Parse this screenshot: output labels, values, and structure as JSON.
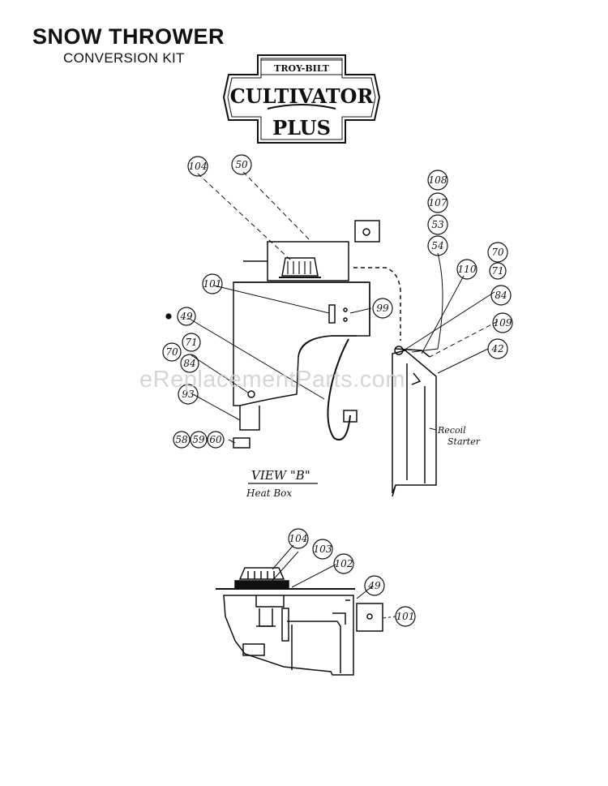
{
  "header": {
    "title": "SNOW THROWER",
    "subtitle": "CONVERSION KIT"
  },
  "logo": {
    "brand": "TROY-BILT",
    "word1": "CULTIVATOR",
    "word2": "PLUS"
  },
  "watermark": "eReplacementParts.com",
  "view_b": {
    "label": "VIEW \"B\"",
    "caption": "Heat Box",
    "recoil_note_1": "Recoil",
    "recoil_note_2": "Starter"
  },
  "callouts_top": [
    "104",
    "50",
    "108",
    "107",
    "53",
    "54",
    "70",
    "71",
    "110",
    "84",
    "109",
    "42",
    "101",
    "99",
    "49",
    "71",
    "70",
    "84",
    "93",
    "58",
    "59",
    "60"
  ],
  "callouts_bottom": [
    "104",
    "103",
    "102",
    "49",
    "101"
  ]
}
